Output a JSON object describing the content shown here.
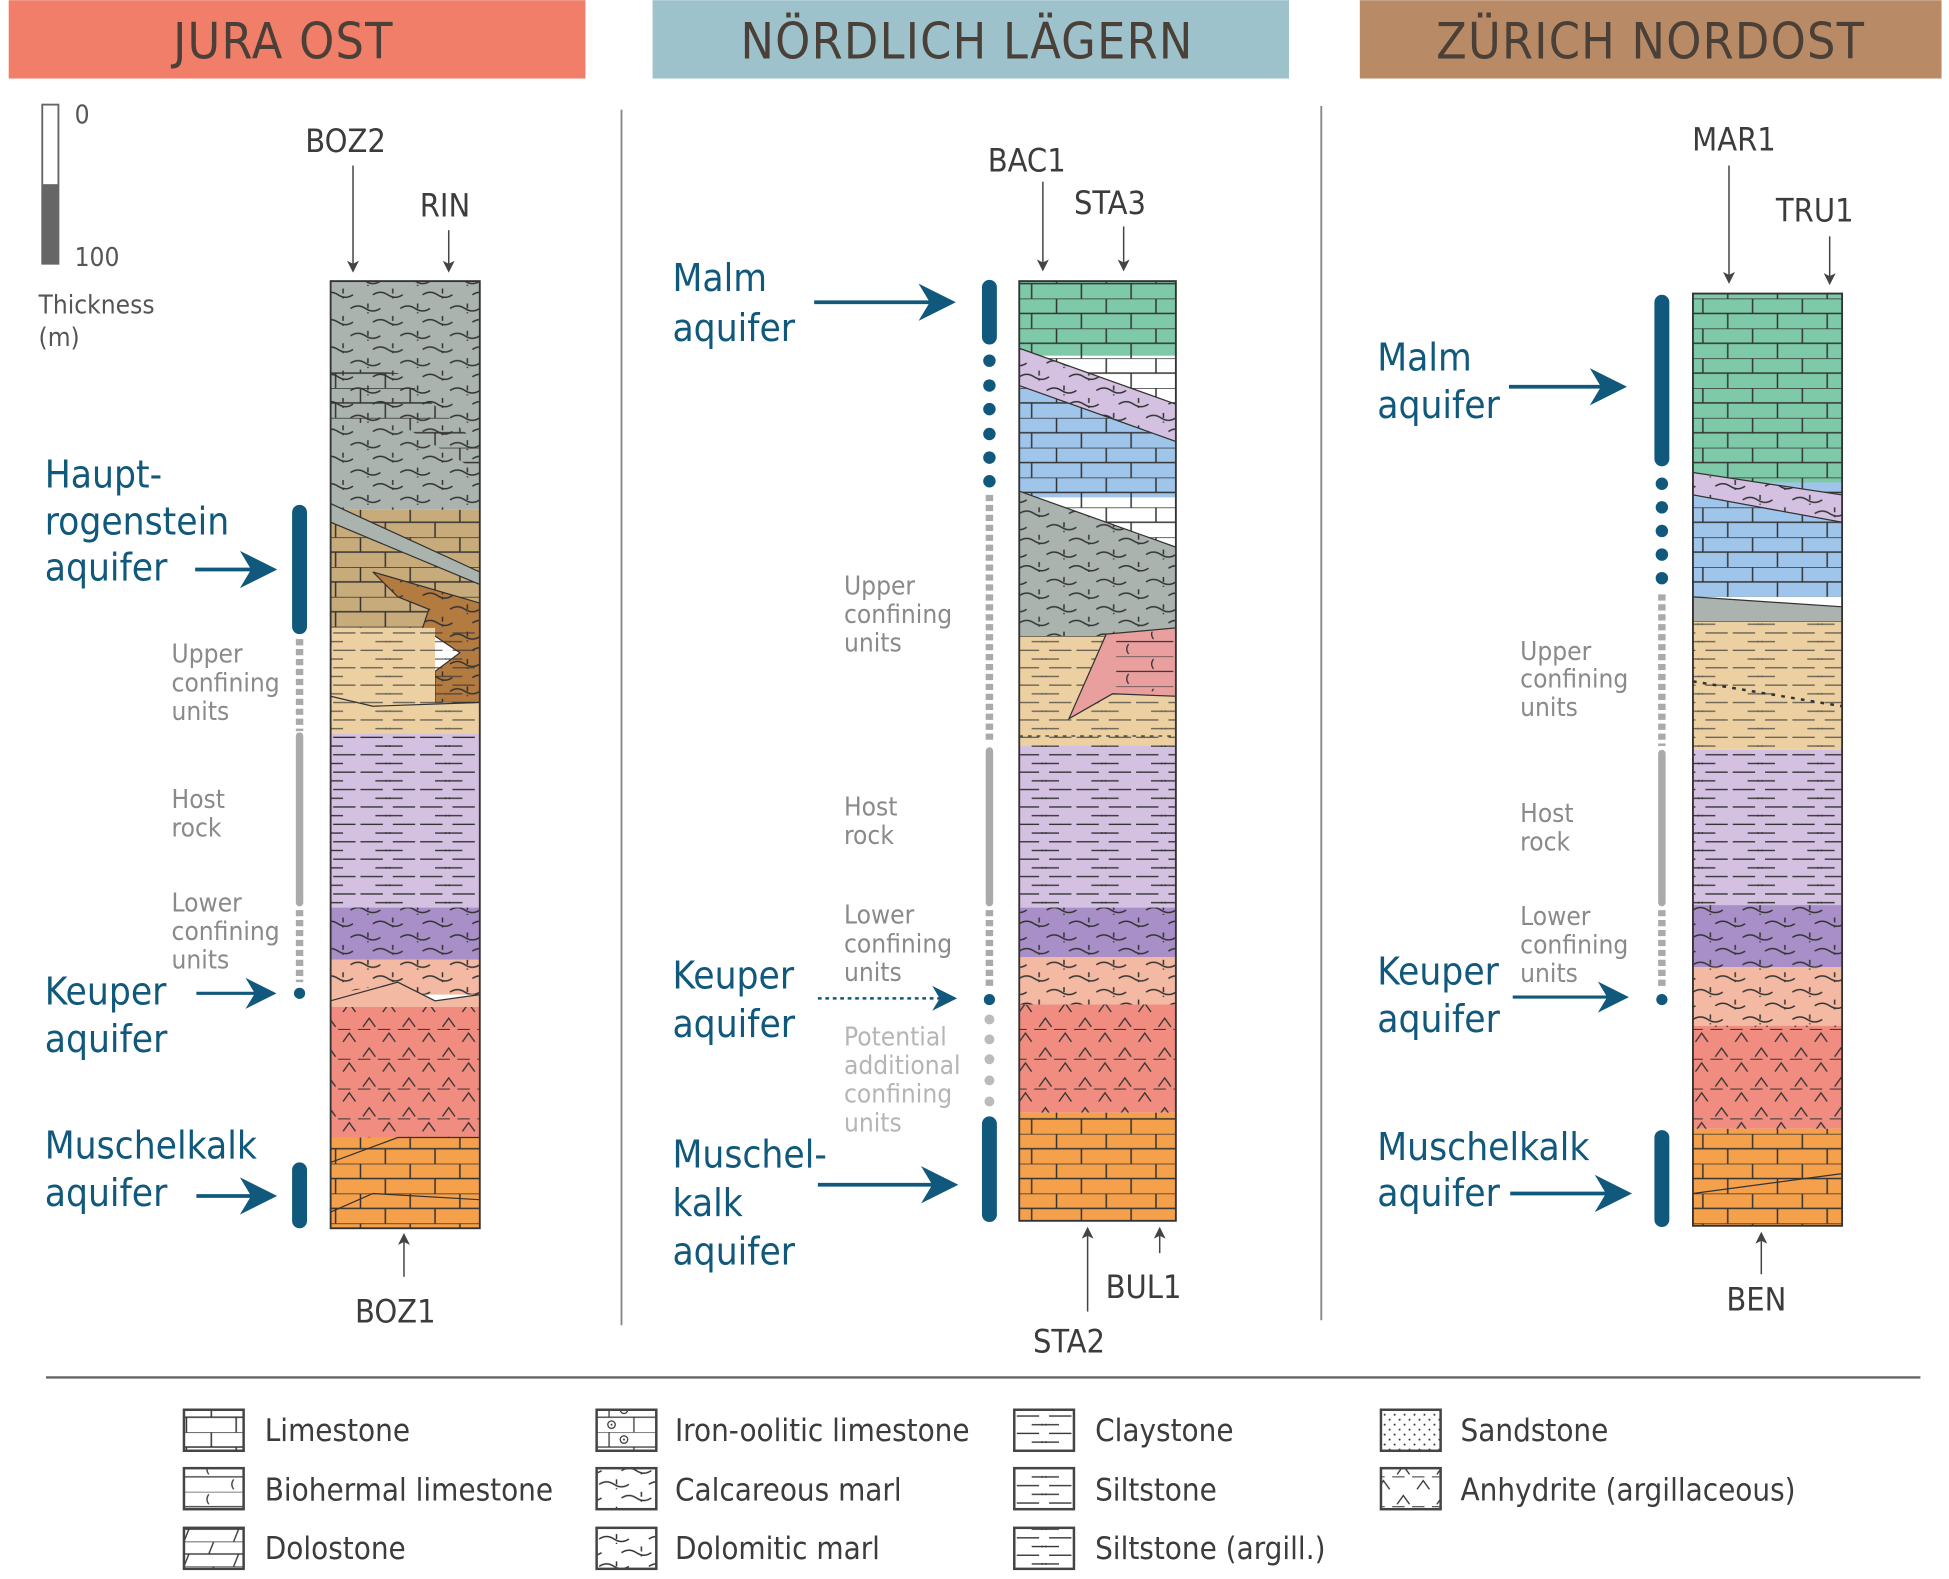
{
  "regions": [
    {
      "title": "JURA OST",
      "color": "#f07e68"
    },
    {
      "title": "NÖRDLICH LÄGERN",
      "color": "#9ec2cc"
    },
    {
      "title": "ZÜRICH NORDOST",
      "color": "#b98a66"
    }
  ],
  "scale": {
    "top": "0",
    "bottom": "100",
    "label1": "Thickness",
    "label2": "(m)"
  },
  "jura_ost": {
    "wells_top": [
      "BOZ2",
      "RIN"
    ],
    "wells_bottom": [
      "BOZ1"
    ],
    "aquifers": {
      "hauptrogenstein": [
        "Haupt-",
        "rogenstein",
        "aquifer"
      ],
      "keuper": [
        "Keuper",
        "aquifer"
      ],
      "muschelkalk": [
        "Muschelkalk",
        "aquifer"
      ]
    },
    "units": {
      "upper": [
        "Upper",
        "confining",
        "units"
      ],
      "host": [
        "Host",
        "rock"
      ],
      "lower": [
        "Lower",
        "confining",
        "units"
      ]
    }
  },
  "noerdlich_laegern": {
    "wells_top": [
      "BAC1",
      "STA3"
    ],
    "wells_bottom": [
      "BUL1",
      "STA2"
    ],
    "aquifers": {
      "malm": [
        "Malm",
        "aquifer"
      ],
      "keuper": [
        "Keuper",
        "aquifer"
      ],
      "muschelkalk": [
        "Muschel-",
        "kalk",
        "aquifer"
      ]
    },
    "units": {
      "upper": [
        "Upper",
        "confining",
        "units"
      ],
      "host": [
        "Host",
        "rock"
      ],
      "lower": [
        "Lower",
        "confining",
        "units"
      ],
      "potential": [
        "Potential",
        "additional",
        "confining",
        "units"
      ]
    }
  },
  "zuerich_nordost": {
    "wells_top": [
      "MAR1",
      "TRU1"
    ],
    "wells_bottom": [
      "BEN"
    ],
    "aquifers": {
      "malm": [
        "Malm",
        "aquifer"
      ],
      "keuper": [
        "Keuper",
        "aquifer"
      ],
      "muschelkalk": [
        "Muschelkalk",
        "aquifer"
      ]
    },
    "units": {
      "upper": [
        "Upper",
        "confining",
        "units"
      ],
      "host": [
        "Host",
        "rock"
      ],
      "lower": [
        "Lower",
        "confining",
        "units"
      ]
    }
  },
  "legend": [
    "Limestone",
    "Biohermal limestone",
    "Dolostone",
    "Iron-oolitic limestone",
    "Calcareous marl",
    "Dolomitic marl",
    "Claystone",
    "Siltstone",
    "Siltstone (argill.)",
    "Sandstone",
    "Anhydrite (argillaceous)"
  ],
  "colors": {
    "aquifer": "#10587c",
    "grey_marl": "#aab3ae",
    "tan_limestone": "#c8ab7a",
    "brown_marl": "#b37b40",
    "beige": "#ecd0a2",
    "lavender": "#d4c0e0",
    "purple": "#a98fc8",
    "light_salmon": "#f4b9a2",
    "salmon": "#f08c80",
    "orange": "#f5a04a",
    "green": "#7ec9a8",
    "blue": "#9fc5ea",
    "pink": "#ea9f9f"
  }
}
